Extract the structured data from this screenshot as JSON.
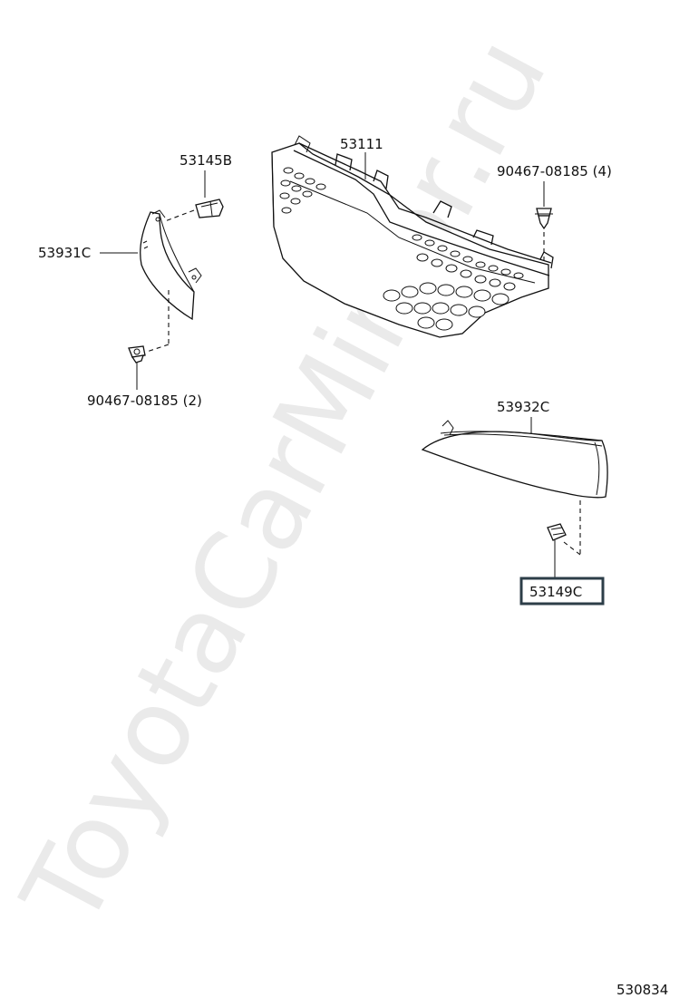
{
  "watermark": "ToyotaCarMirror.ru",
  "parts": {
    "grille": "53111",
    "retainer_left": "53145B",
    "molding_left": "53931C",
    "clip_left": "90467-08185 (2)",
    "clip_right": "90467-08185 (4)",
    "molding_right": "53932C",
    "retainer_right": "53149C"
  },
  "diagram_id": "530834",
  "colors": {
    "line": "#111111",
    "highlight_border": "#2d3e48",
    "watermark": "#d9d9d9"
  }
}
